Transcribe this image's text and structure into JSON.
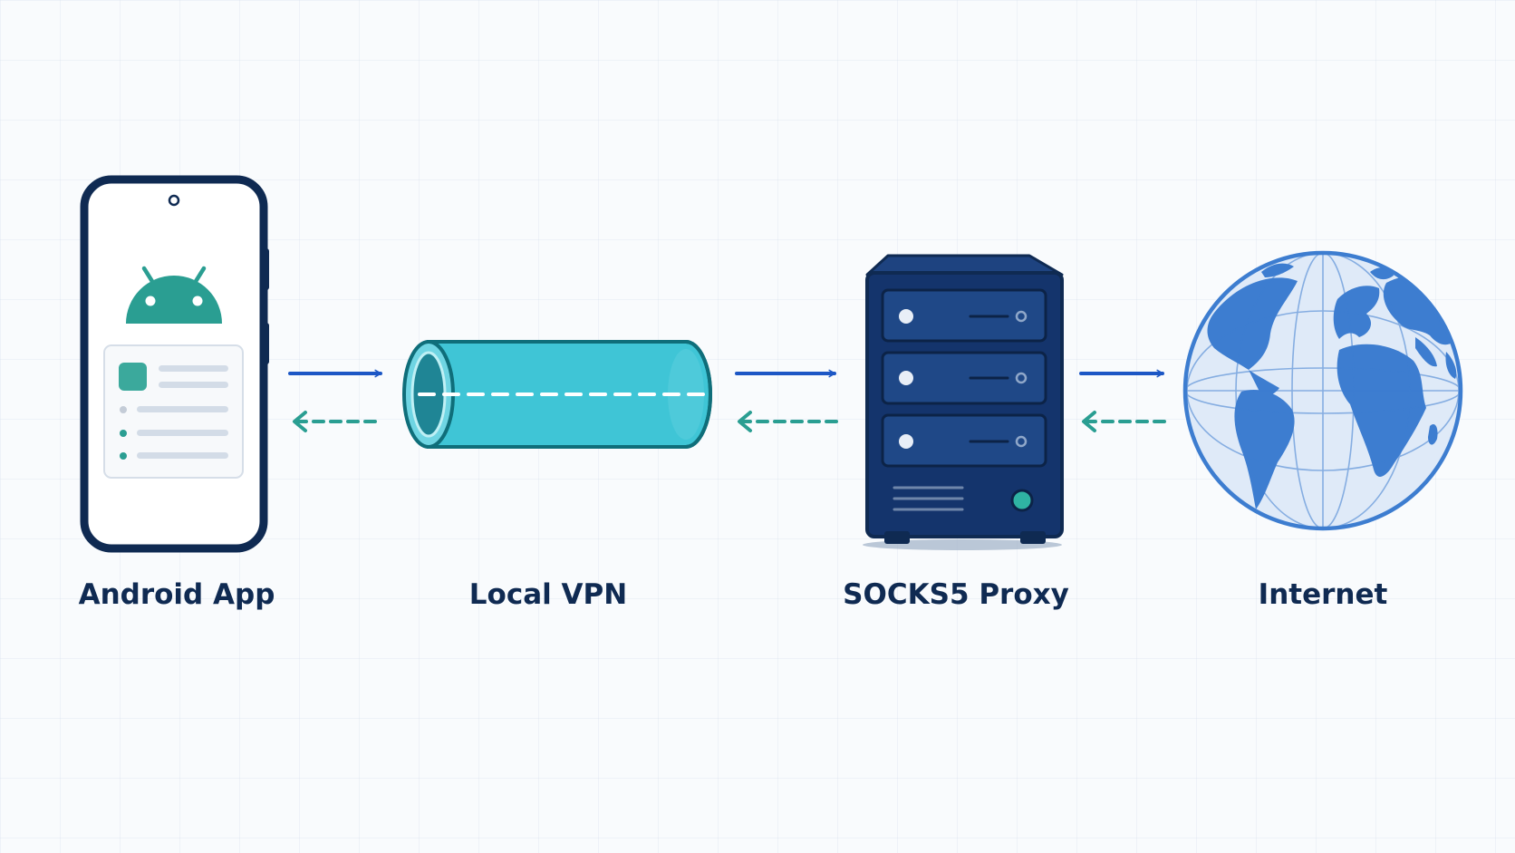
{
  "nodes": {
    "android": {
      "label": "Android App"
    },
    "vpn": {
      "label": "Local VPN"
    },
    "proxy": {
      "label": "SOCKS5 Proxy"
    },
    "internet": {
      "label": "Internet"
    }
  },
  "colors": {
    "navy": "#0f2a52",
    "blue": "#1d57c5",
    "teal": "#2a9e92",
    "cyan": "#3fc5d6",
    "globe_blue": "#3d7dd0",
    "globe_light": "#dfeaf8"
  },
  "icons": {
    "android": "smartphone-icon",
    "vpn": "tunnel-icon",
    "proxy": "server-icon",
    "internet": "globe-icon"
  }
}
